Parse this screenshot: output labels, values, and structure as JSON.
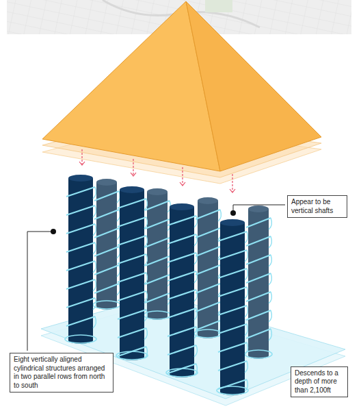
{
  "diagram": {
    "nodes": [
      {
        "text": [
          "Appear to be vertical shafts"
        ]
      },
      {
        "text": [
          "Eight vertically aligned cylindrical structures arranged in two parallel rows from north to south"
        ]
      },
      {
        "text": [
          "Descends to a depth of more than 2,100ft"
        ]
      }
    ]
  }
}
